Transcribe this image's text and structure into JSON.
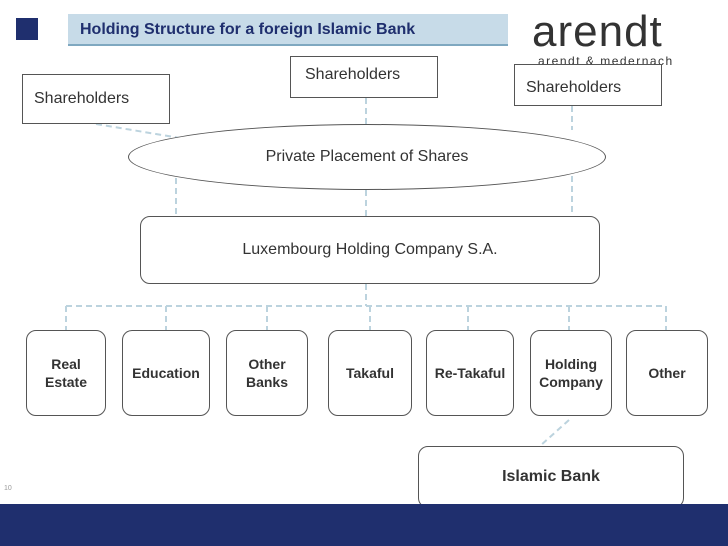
{
  "title": "Holding Structure for a foreign Islamic Bank",
  "logo": {
    "main": "arendt",
    "sub": "arendt & medernach"
  },
  "shareholders": [
    "Shareholders",
    "Shareholders",
    "Shareholders"
  ],
  "placement": "Private Placement of Shares",
  "holding": "Luxembourg Holding Company S.A.",
  "subsidiaries": [
    {
      "line1": "Real",
      "line2": "Estate"
    },
    {
      "line1": "Education",
      "line2": ""
    },
    {
      "line1": "Other",
      "line2": "Banks"
    },
    {
      "line1": "Takaful",
      "line2": ""
    },
    {
      "line1": "Re-Takaful",
      "line2": ""
    },
    {
      "line1": "Holding",
      "line2": "Company"
    },
    {
      "line1": "Other",
      "line2": ""
    }
  ],
  "bank": "Islamic Bank",
  "page_number": "10"
}
